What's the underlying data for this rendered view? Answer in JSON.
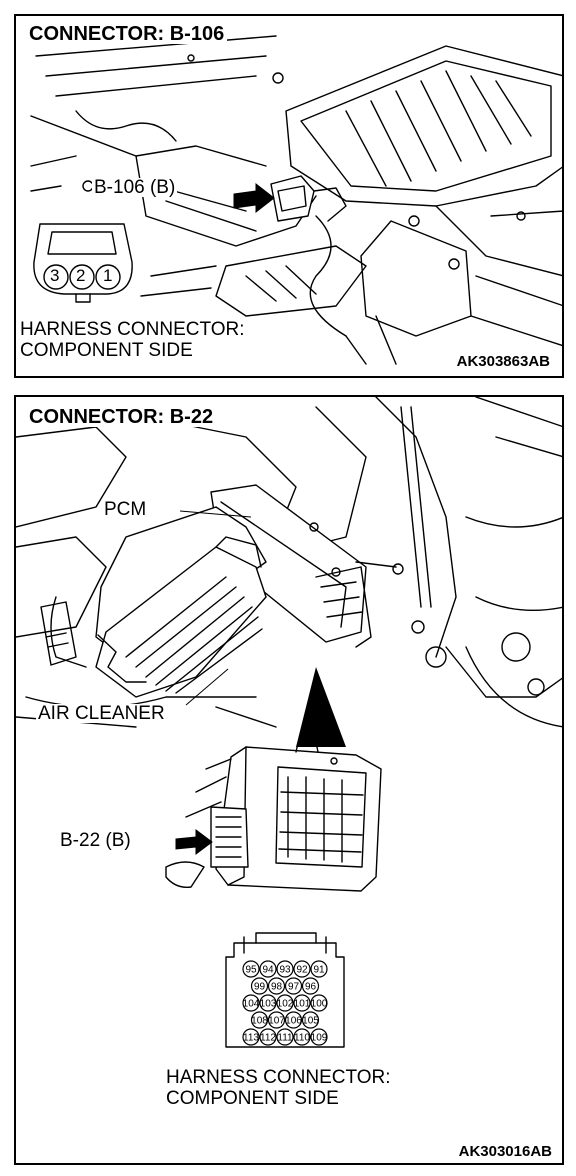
{
  "panel_top": {
    "title": "CONNECTOR: B-106",
    "callout": "B-106 (B)",
    "connector_pins": [
      "3",
      "2",
      "1"
    ],
    "harness_line1": "HARNESS CONNECTOR:",
    "harness_line2": "COMPONENT SIDE",
    "figure_code": "AK303863AB"
  },
  "panel_bottom": {
    "title": "CONNECTOR: B-22",
    "label_pcm": "PCM",
    "label_air_cleaner": "AIR CLEANER",
    "callout": "B-22 (B)",
    "connector_pins": [
      [
        "95",
        "94",
        "93",
        "92",
        "91"
      ],
      [
        "99",
        "98",
        "97",
        "96"
      ],
      [
        "104",
        "103",
        "102",
        "101",
        "100"
      ],
      [
        "108",
        "107",
        "106",
        "105"
      ],
      [
        "113",
        "112",
        "111",
        "110",
        "109"
      ]
    ],
    "harness_line1": "HARNESS CONNECTOR:",
    "harness_line2": "COMPONENT SIDE",
    "figure_code": "AK303016AB"
  }
}
